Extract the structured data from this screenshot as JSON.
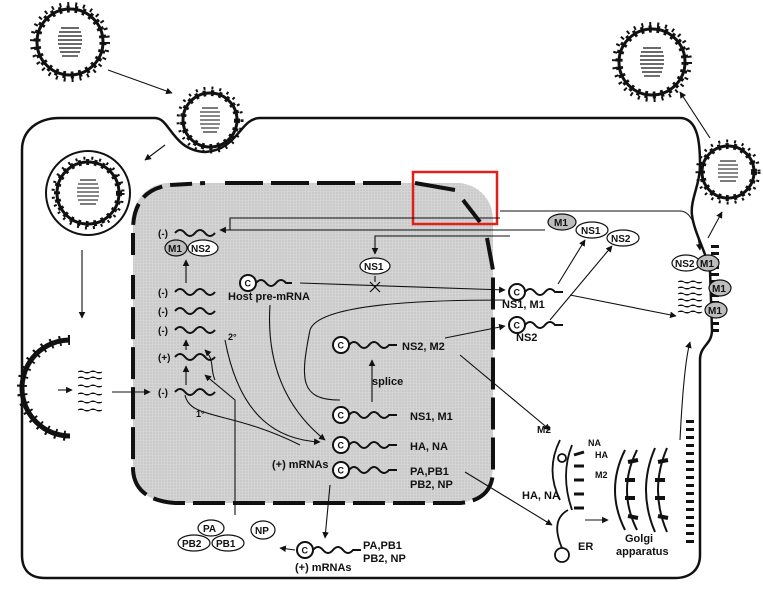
{
  "nucleus": {
    "vrna_neg_top": "(-)",
    "vrna_neg_1": "(-)",
    "vrna_neg_2": "(-)",
    "vrna_neg_3": "(-)",
    "vrna_pos": "(+)",
    "vrna_neg_bottom": "(-)",
    "m1_oval": "M1",
    "ns2_oval": "NS2",
    "host_premrna": "Host pre-mRNA",
    "ns1_oval": "NS1",
    "secondary": "2°",
    "primary": "1°",
    "splice": "splice",
    "ns2_m2": "NS2, M2",
    "ns1_m1": "NS1, M1",
    "ha_na": "HA, NA",
    "pa_pb1": "PA,PB1",
    "pb2_np": "PB2, NP",
    "pos_mrnas": "(+) mRNAs",
    "cap": "C"
  },
  "cytoplasm": {
    "m1_top": "M1",
    "ns1_top": "NS1",
    "ns2_top": "NS2",
    "ns1_m1_right": "NS1, M1",
    "ns2_right": "NS2",
    "m2_er": "M2",
    "na_er": "NA",
    "ha_er": "HA",
    "m2_er2": "M2",
    "ha_na_er": "HA, NA",
    "er": "ER",
    "golgi_1": "Golgi",
    "golgi_2": "apparatus",
    "bud_ns2": "NS2",
    "bud_m1_a": "M1",
    "bud_m1_b": "M1",
    "bud_m1_c": "M1",
    "pa": "PA",
    "pb2": "PB2",
    "pb1": "PB1",
    "np": "NP",
    "pa_pb1_bottom": "PA,PB1",
    "pb2_np_bottom": "PB2, NP",
    "pos_mrnas_bottom": "(+) mRNAs"
  },
  "colors": {
    "nucleus_fill": "#d6d6d6",
    "highlight_box": "#e0201b",
    "ink": "#111111"
  }
}
